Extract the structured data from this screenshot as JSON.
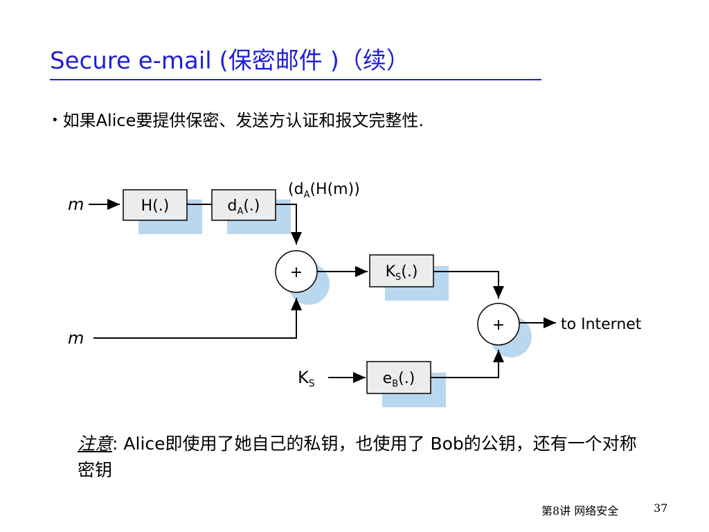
{
  "slide": {
    "title": "Secure e-mail (保密邮件 )（续）",
    "bullet_prefix": "如果",
    "bullet_name": "Alice",
    "bullet_rest": "要提供保密、发送方认证和报文完整性."
  },
  "diagram": {
    "input_m_top": "m",
    "input_m_bottom": "m",
    "input_ks": "K",
    "input_ks_sub": "S",
    "box_hash": "H(.)",
    "box_sign_main": "d",
    "box_sign_sub": "A",
    "box_sign_tail": "(.)",
    "signed_digest_a": "(d",
    "signed_digest_sub": "A",
    "signed_digest_b": "(H(m))",
    "box_sym_main": "K",
    "box_sym_sub": "S",
    "box_sym_tail": "(.)",
    "box_pub_main": "e",
    "box_pub_sub": "B",
    "box_pub_tail": "(.)",
    "plus": "+",
    "output": "to Internet"
  },
  "note": {
    "label": "注意",
    "colon": ":",
    "text_a": " Alice即使用了她自己的私钥，也使用了 Bob的公钥，还有一个对称密钥"
  },
  "footer": {
    "lecture": "第8讲 网络安全",
    "page": "37"
  },
  "colors": {
    "title": "#1f1fd6",
    "box_shadow": "#b9d7ee",
    "box_fill": "#ececec"
  }
}
